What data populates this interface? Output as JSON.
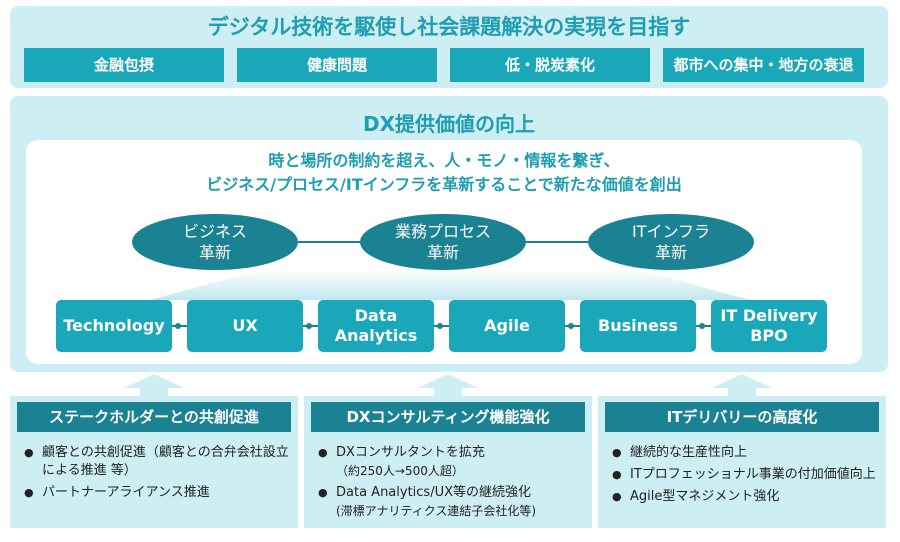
{
  "top": {
    "title": "デジタル技術を駆使し社会課題解決の実現を目指す",
    "goals": [
      "金融包摂",
      "健康問題",
      "低・脱炭素化",
      "都市への集中・地方の衰退"
    ]
  },
  "middle": {
    "title": "DX提供価値の向上",
    "slogan_line1": "時と場所の制約を超え、人・モノ・情報を繋ぎ、",
    "slogan_line2": "ビジネス/プロセス/ITインフラを革新することで新たな価値を創出",
    "innovations": [
      "ビジネス\n革新",
      "業務プロセス\n革新",
      "ITインフラ\n革新"
    ],
    "capabilities": [
      "Technology",
      "UX",
      "Data\nAnalytics",
      "Agile",
      "Business",
      "IT Delivery\nBPO"
    ]
  },
  "bottom": [
    {
      "heading": "ステークホルダーとの共創促進",
      "bullets": [
        {
          "text": "顧客との共創促進（顧客との合弁会社設立による推進 等）",
          "sub": ""
        },
        {
          "text": "パートナーアライアンス推進",
          "sub": ""
        }
      ]
    },
    {
      "heading": "DXコンサルティング機能強化",
      "bullets": [
        {
          "text": "DXコンサルタントを拡充",
          "sub": "（約250人→500人超）"
        },
        {
          "text": "Data Analytics/UX等の継続強化",
          "sub": "(滞標アナリティクス連結子会社化等)"
        }
      ]
    },
    {
      "heading": "ITデリバリーの高度化",
      "bullets": [
        {
          "text": "継続的な生産性向上",
          "sub": ""
        },
        {
          "text": "ITプロフェッショナル事業の付加価値向上",
          "sub": ""
        },
        {
          "text": "Agile型マネジメント強化",
          "sub": ""
        }
      ]
    }
  ],
  "colors": {
    "panel_bg": "#cdeef3",
    "title_teal": "#1f9db2",
    "box_teal": "#1aa7b9",
    "dark_teal": "#1b8293"
  }
}
